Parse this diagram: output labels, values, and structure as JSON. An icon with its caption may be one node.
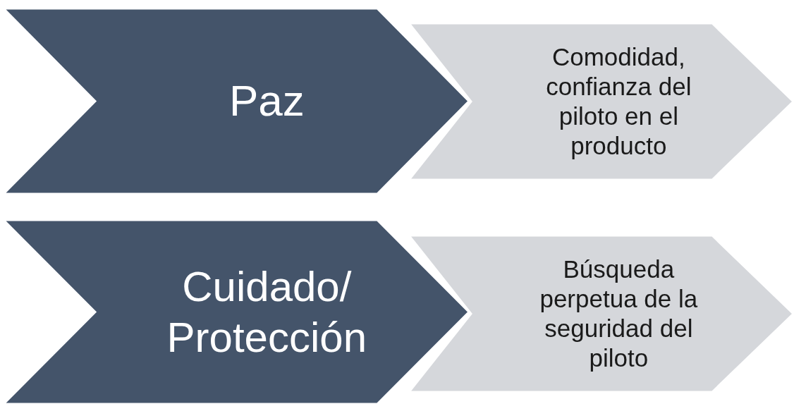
{
  "diagram": {
    "nodes": [
      {
        "text": [
          "Paz"
        ]
      },
      {
        "text": [
          "Comodidad, confianza del piloto en el producto"
        ]
      },
      {
        "text": [
          "Cuidado/ Protección"
        ]
      },
      {
        "text": [
          "Búsqueda perpetua de la seguridad del piloto"
        ]
      }
    ]
  }
}
